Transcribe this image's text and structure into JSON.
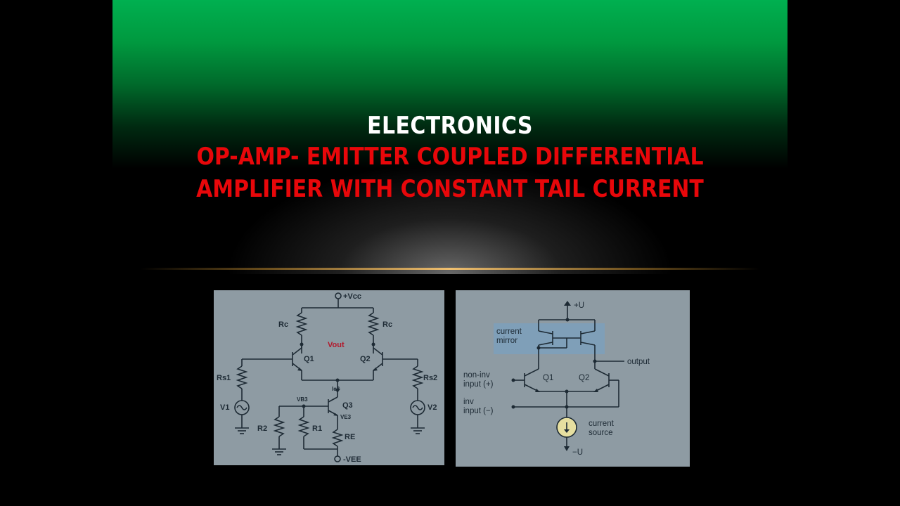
{
  "slide": {
    "kicker": "ELECTRONICS",
    "title_line1": "OP-AMP- EMITTER COUPLED DIFFERENTIAL",
    "title_line2": "AMPLIFIER WITH CONSTANT TAIL CURRENT"
  },
  "figure_left": {
    "vcc": "+Vcc",
    "rc_left": "Rc",
    "rc_right": "Rc",
    "vout": "Vout",
    "q1": "Q1",
    "q2": "Q2",
    "rs1": "Rs1",
    "rs2": "Rs2",
    "v1": "V1",
    "v2": "V2",
    "ic3": "Ic3",
    "vb3": "VB3",
    "q3": "Q3",
    "ve3": "VE3",
    "r2": "R2",
    "r1": "R1",
    "re": "RE",
    "vee": "-VEE"
  },
  "figure_right": {
    "plus_u": "+U",
    "current_mirror_1": "current",
    "current_mirror_2": "mirror",
    "output": "output",
    "non_inv_1": "non-inv",
    "non_inv_2": "input (+)",
    "q1": "Q1",
    "q2": "Q2",
    "inv_1": "inv",
    "inv_2": "input (−)",
    "current_source_1": "current",
    "current_source_2": "source",
    "minus_u": "−U"
  },
  "colors": {
    "title_red": "#e8070a",
    "header_green": "#00b050",
    "figure_bg": "#8e9ba3",
    "mirror_highlight": "#7f9fb8",
    "wire": "#1d2a34"
  }
}
